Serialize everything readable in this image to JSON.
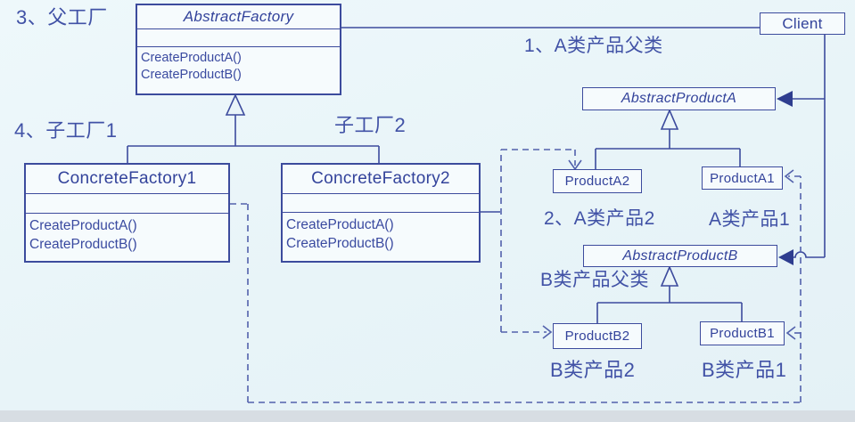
{
  "colors": {
    "line": "#3c4b9d",
    "text": "#33439b",
    "annotation_text": "#4152a6",
    "background": "#e8f4f8",
    "box_fill": "#f6fbfd",
    "bottom_bar": "#d7dde3"
  },
  "annotations": {
    "parent_factory": "3、父工厂",
    "sub_factory_1": "4、子工厂1",
    "sub_factory_2": "子工厂2",
    "product_a_parent": "1、A类产品父类",
    "product_a2_label": "2、A类产品2",
    "product_a1_label": "A类产品1",
    "product_b_parent": "B类产品父类",
    "product_b2_label": "B类产品2",
    "product_b1_label": "B类产品1"
  },
  "classes": {
    "abstract_factory": {
      "name": "AbstractFactory",
      "methods": [
        "CreateProductA()",
        "CreateProductB()"
      ]
    },
    "concrete_factory_1": {
      "name": "ConcreteFactory1",
      "methods": [
        "CreateProductA()",
        "CreateProductB()"
      ]
    },
    "concrete_factory_2": {
      "name": "ConcreteFactory2",
      "methods": [
        "CreateProductA()",
        "CreateProductB()"
      ]
    },
    "client": {
      "name": "Client"
    },
    "abstract_product_a": {
      "name": "AbstractProductA"
    },
    "product_a2": {
      "name": "ProductA2"
    },
    "product_a1": {
      "name": "ProductA1"
    },
    "abstract_product_b": {
      "name": "AbstractProductB"
    },
    "product_b2": {
      "name": "ProductB2"
    },
    "product_b1": {
      "name": "ProductB1"
    }
  }
}
